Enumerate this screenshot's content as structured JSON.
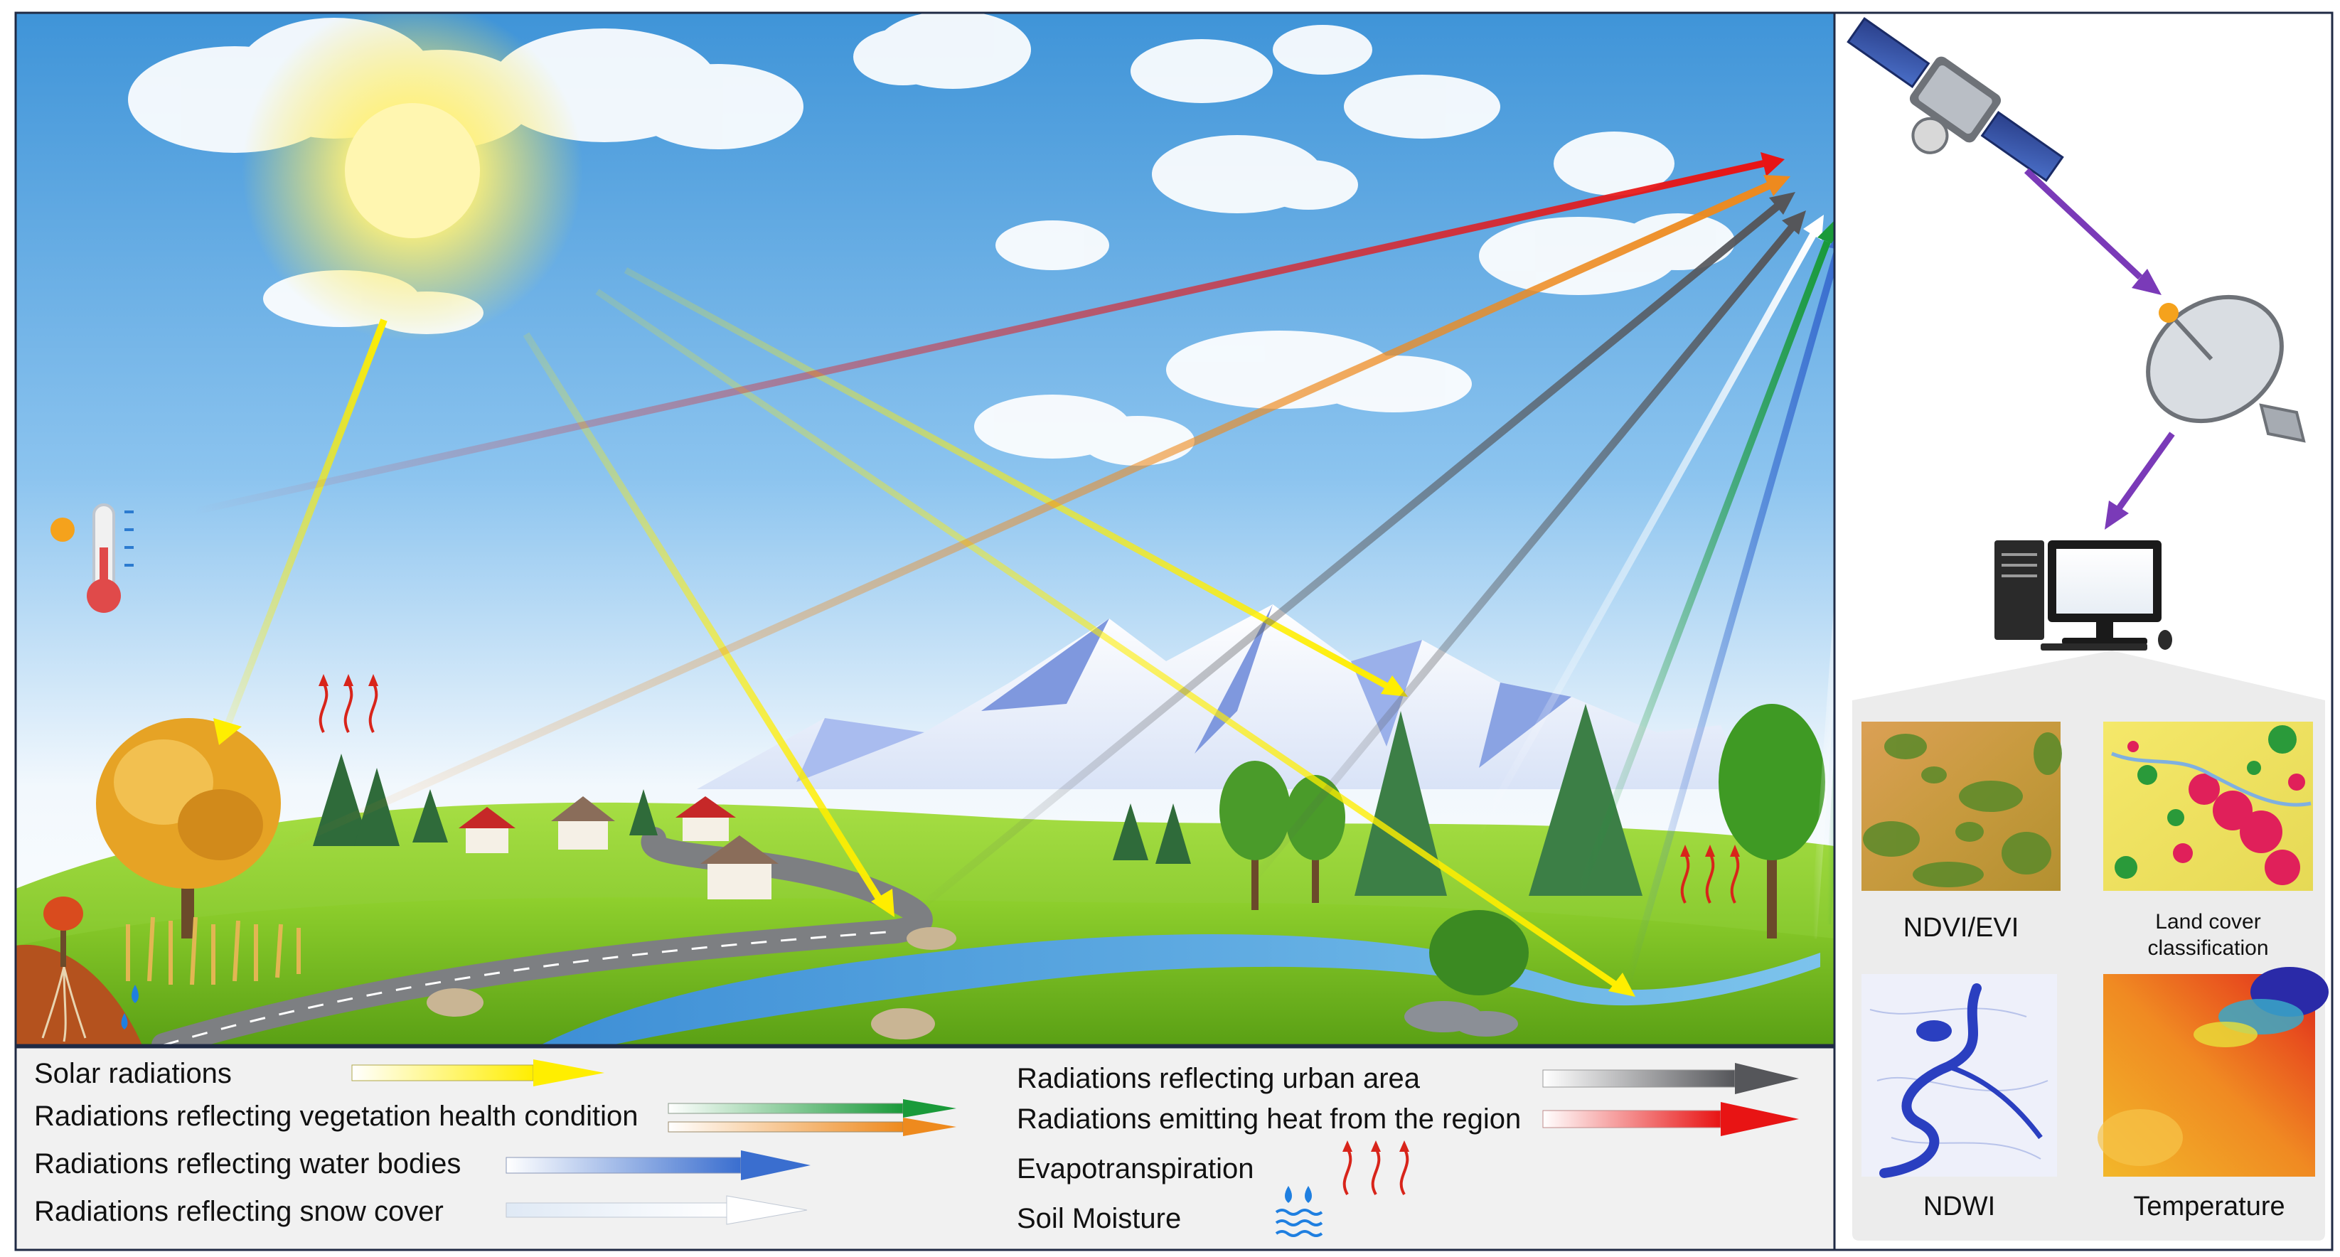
{
  "legend": {
    "solar": "Solar radiations",
    "vegetation": "Radiations reflecting vegetation health condition",
    "water": "Radiations reflecting water bodies",
    "snow": "Radiations reflecting snow cover",
    "urban": "Radiations reflecting urban area",
    "heat": "Radiations emitting heat from the region",
    "evapo": "Evapotranspiration",
    "soil": "Soil Moisture"
  },
  "products": {
    "ndvi": "NDVI/EVI",
    "landcover_line1": "Land cover",
    "landcover_line2": "classification",
    "ndwi": "NDWI",
    "temperature": "Temperature"
  },
  "colors": {
    "solar": "#ffee00",
    "vegetation_green": "#1a9a3a",
    "vegetation_orange": "#ee8a1e",
    "water": "#3a6ecf",
    "snow": "#f4f7fb",
    "urban": "#55565a",
    "heat": "#e81414",
    "downlink": "#7a3ab8",
    "sky_top": "#3f94d8",
    "grass": "#7cc425"
  },
  "icons": {
    "sun": "sun-icon",
    "thermometer": "thermometer-icon",
    "satellite": "satellite-icon",
    "dish": "ground-station-dish-icon",
    "computer": "computer-icon",
    "evapotranspiration": "evapotranspiration-arrows-icon",
    "soil_moisture": "soil-moisture-icon"
  }
}
